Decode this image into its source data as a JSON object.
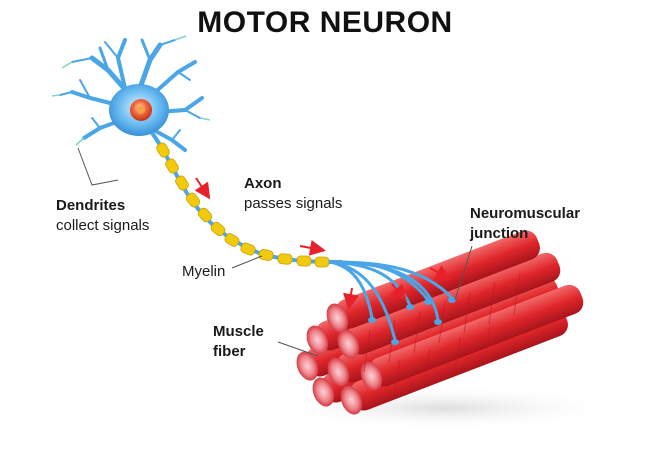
{
  "title": "MOTOR NEURON",
  "labels": {
    "dendrites": {
      "name": "Dendrites",
      "desc": "collect signals"
    },
    "axon": {
      "name": "Axon",
      "desc": "passes signals"
    },
    "myelin": {
      "name": "Myelin"
    },
    "junction": {
      "line1": "Neuromuscular",
      "line2": "junction"
    },
    "muscle": {
      "line1": "Muscle",
      "line2": "fiber"
    }
  },
  "colors": {
    "neuron": "#4aa6e6",
    "nucleus": "#e8472a",
    "myelin": "#f2c90d",
    "muscle": "#e02a2e",
    "arrow": "#e8202a"
  }
}
